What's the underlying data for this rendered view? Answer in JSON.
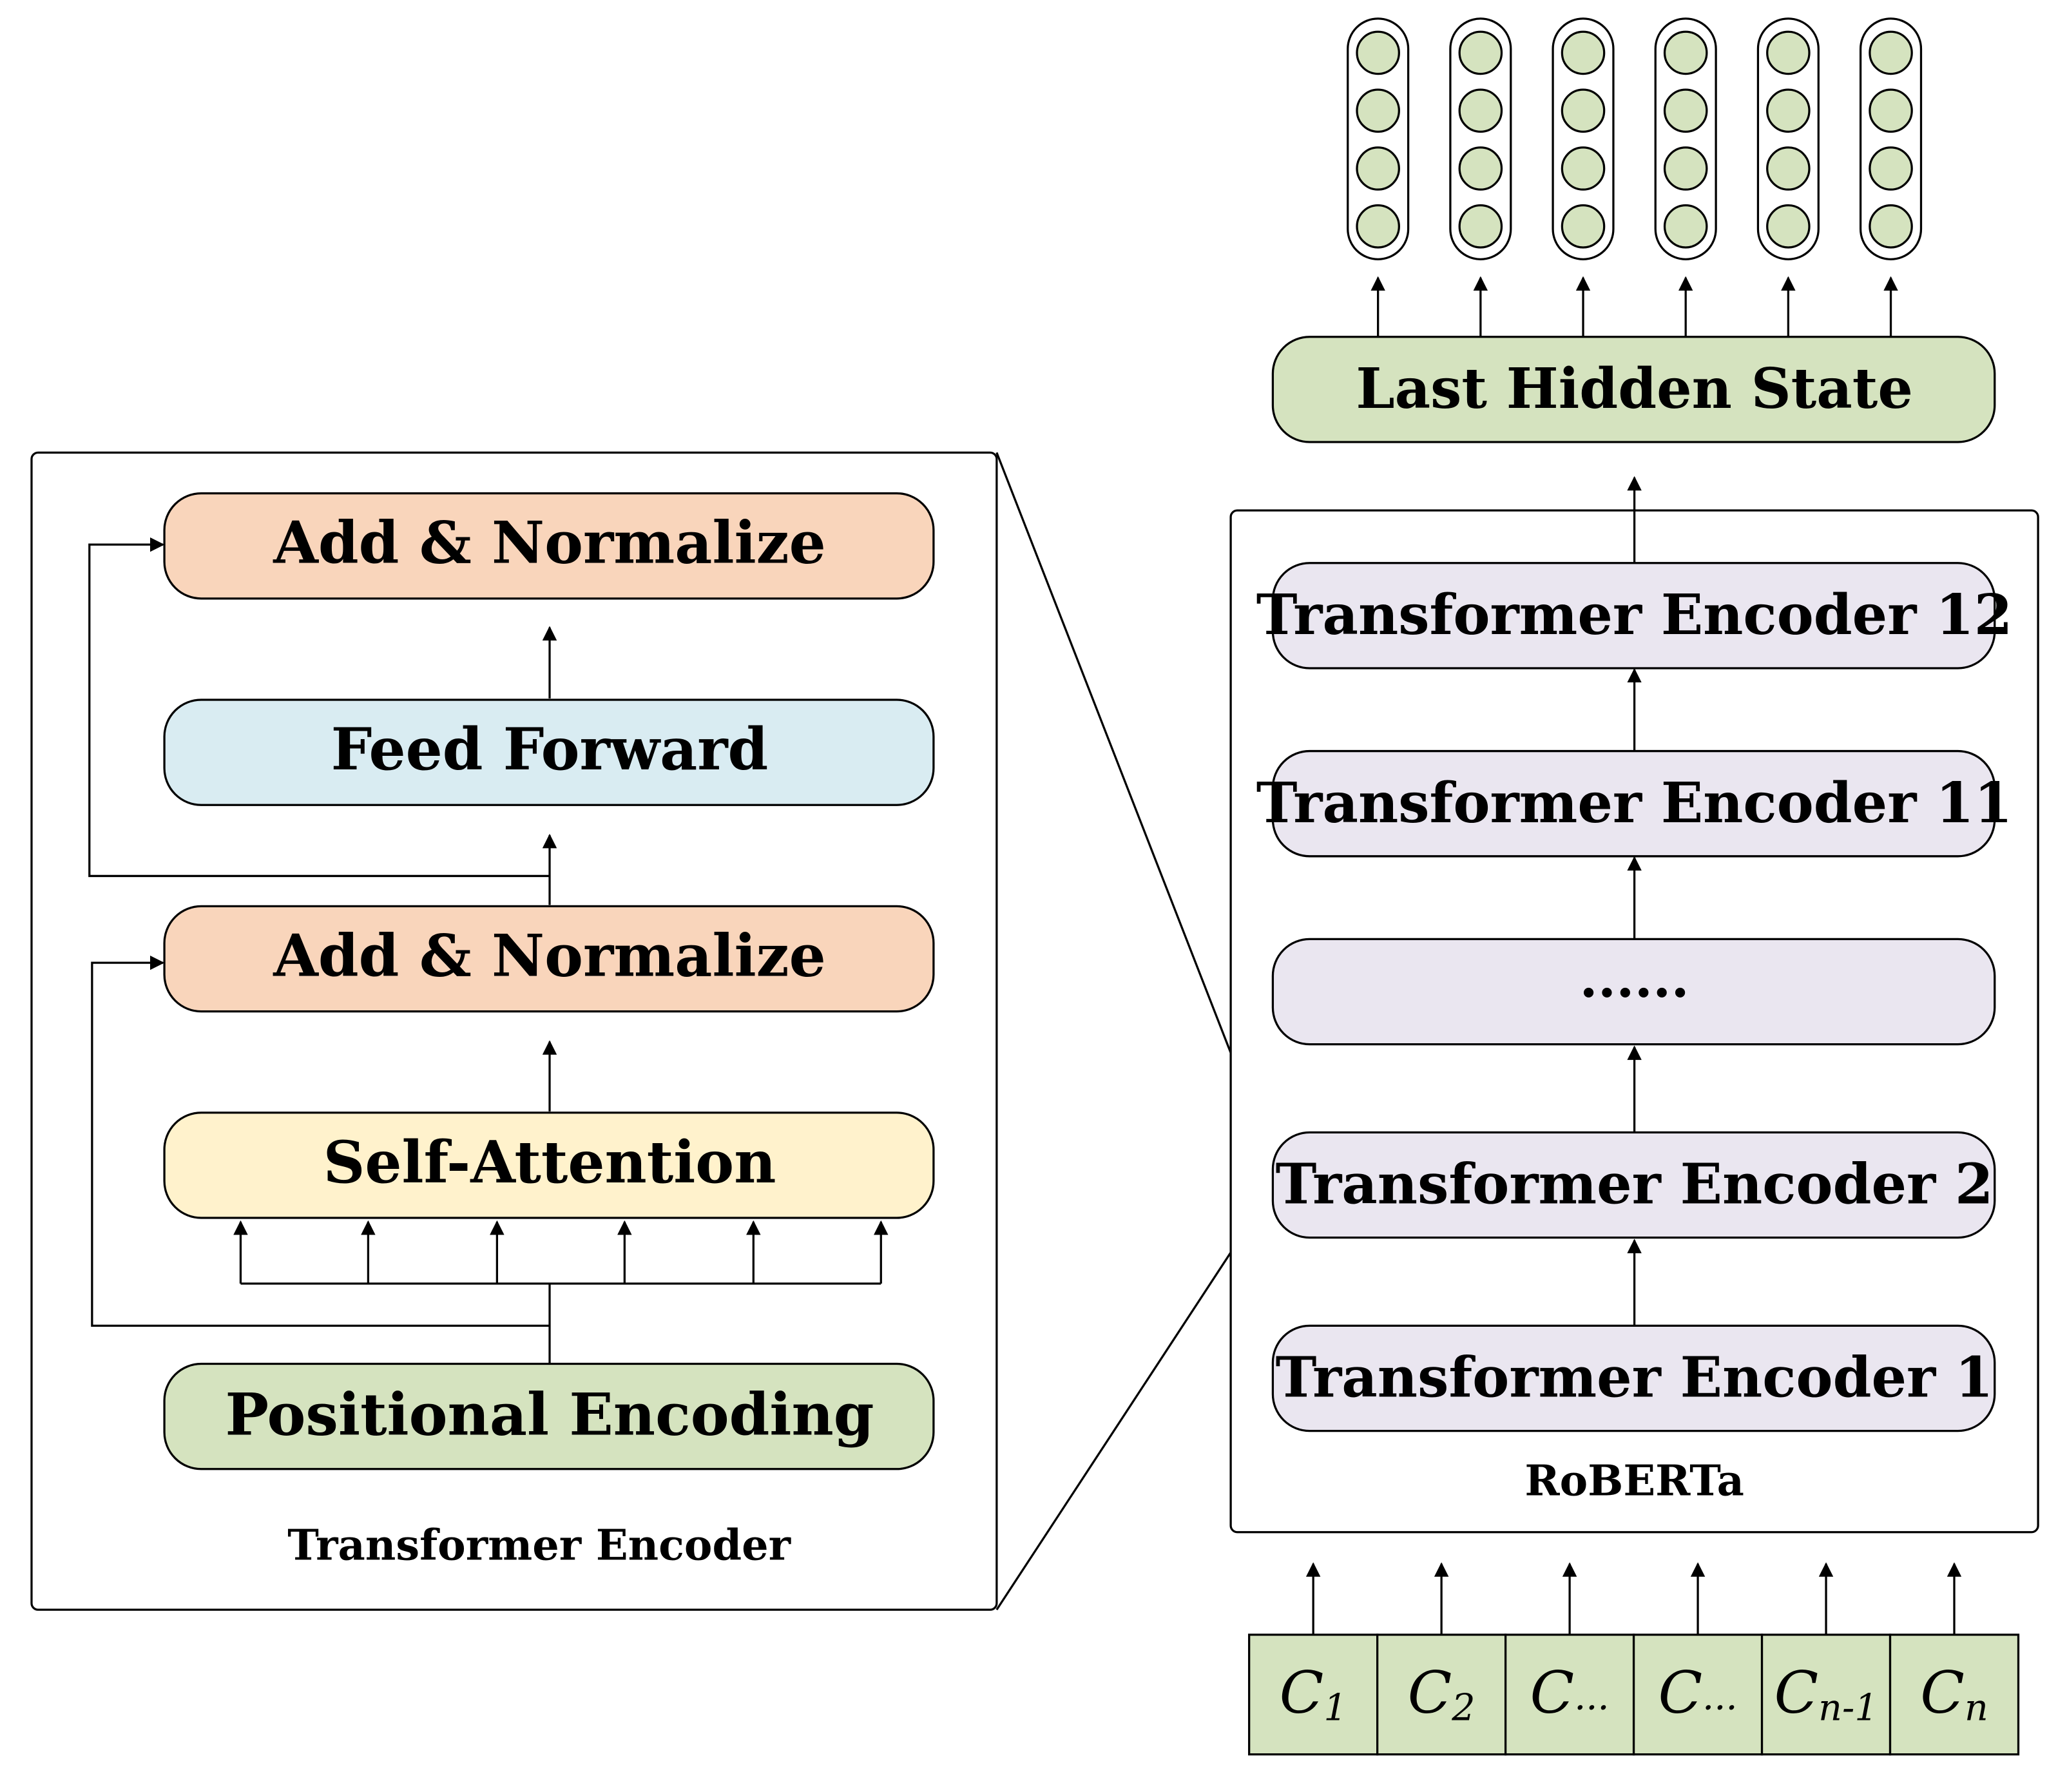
{
  "colors": {
    "stroke": "#000000",
    "add_normalize_fill": "#f9d5bb",
    "feed_forward_fill": "#d9ecf2",
    "self_attention_fill": "#fff2cc",
    "green_fill": "#d5e3bf",
    "encoder_fill": "#eae6f0",
    "panel_fill": "#ffffff"
  },
  "transformer_encoder": {
    "caption": "Transformer Encoder",
    "add_normalize_top": "Add & Normalize",
    "feed_forward": "Feed Forward",
    "add_normalize_bottom": "Add & Normalize",
    "self_attention": "Self-Attention",
    "positional_encoding": "Positional Encoding"
  },
  "roberta": {
    "caption": "RoBERTa",
    "last_hidden_state": "Last Hidden State",
    "encoder_12": "Transformer Encoder 12",
    "encoder_11": "Transformer Encoder 11",
    "ellipsis": "......",
    "encoder_2": "Transformer Encoder 2",
    "encoder_1": "Transformer Encoder 1"
  },
  "input_tokens": [
    {
      "base": "C",
      "sub": "1"
    },
    {
      "base": "C",
      "sub": "2"
    },
    {
      "base": "C",
      "sub": "···"
    },
    {
      "base": "C",
      "sub": "···"
    },
    {
      "base": "C",
      "sub": "n-1"
    },
    {
      "base": "C",
      "sub": "n"
    }
  ],
  "output_vector_count": 6,
  "output_vector_dims": 4
}
